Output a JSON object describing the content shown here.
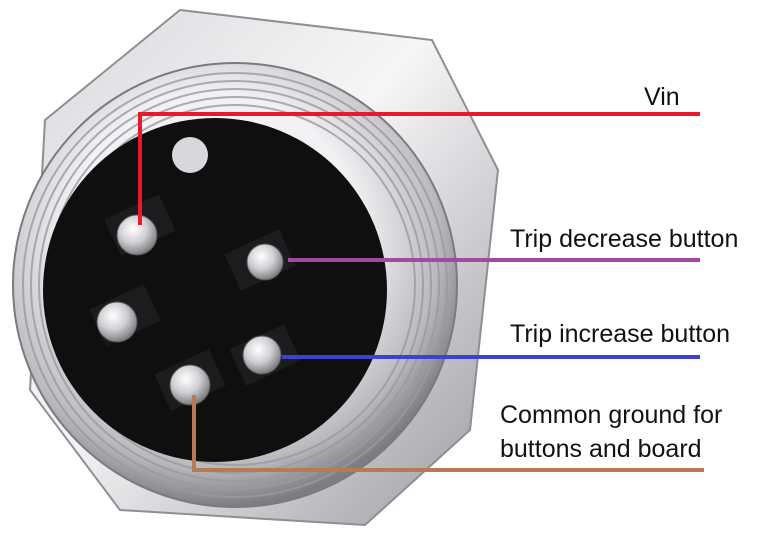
{
  "labels": {
    "vin": "Vin",
    "trip_decrease": "Trip decrease button",
    "trip_increase": "Trip increase button",
    "common_ground": "Common ground for buttons and board"
  },
  "colors": {
    "vin_line": "#e8192c",
    "decrease_line": "#a349a4",
    "increase_line": "#3f3fd0",
    "ground_line": "#b87a55",
    "metal_light": "#e6e6e8",
    "metal_dark": "#8a8a8f",
    "insulator": "#0f0f10"
  }
}
